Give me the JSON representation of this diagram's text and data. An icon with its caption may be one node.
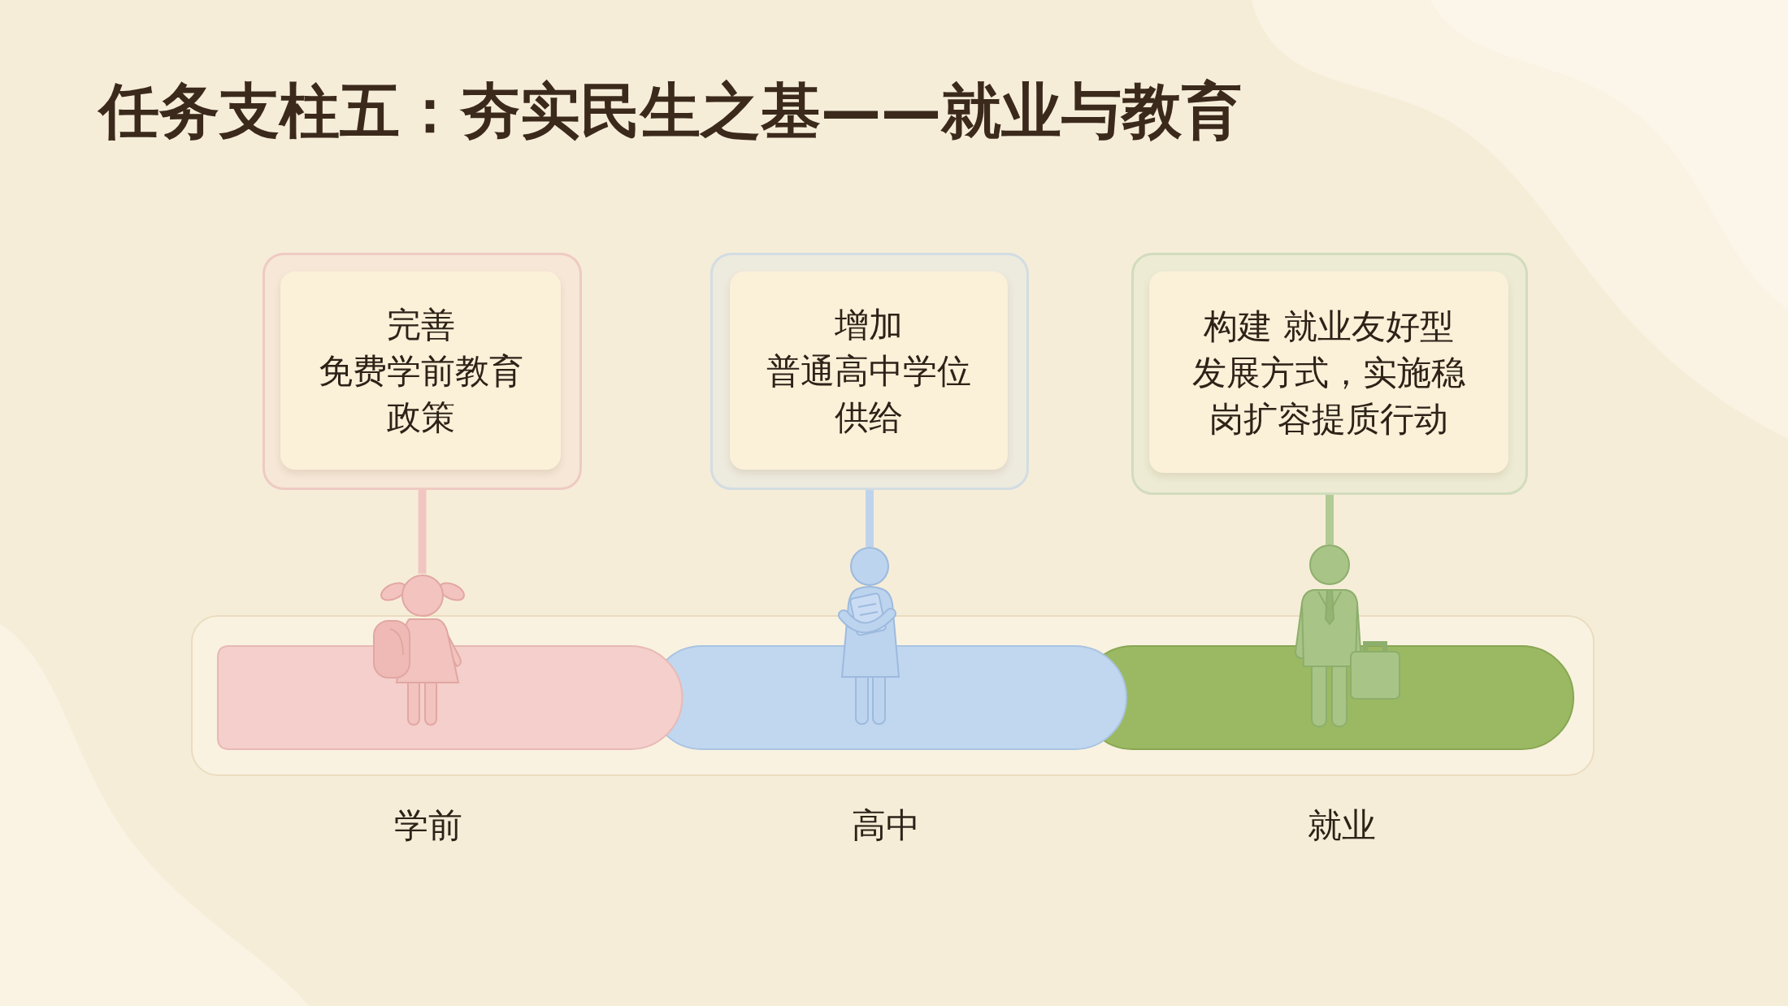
{
  "diagram": {
    "title": "任务支柱五：夯实民生之基——就业与教育",
    "nodes": [
      {
        "text": [
          "完善免费学前教育政策"
        ]
      },
      {
        "text": [
          "增加普通高中学位供给"
        ]
      },
      {
        "text": [
          "构建 就业友好型发展方式，实施稳岗扩容提质行动"
        ]
      },
      {
        "text": [],
        "shape": "person"
      },
      {
        "text": [],
        "shape": "person"
      },
      {
        "text": [],
        "shape": "person"
      }
    ],
    "edges": [
      {
        "from": 0,
        "to": 3,
        "arrow": "none",
        "color": "#f1c6c2"
      },
      {
        "from": 1,
        "to": 4,
        "arrow": "none",
        "color": "#bfd4ec"
      },
      {
        "from": 2,
        "to": 5,
        "arrow": "none",
        "color": "#b2cb94"
      }
    ],
    "labels": [
      "学前",
      "高中",
      "就业"
    ]
  }
}
